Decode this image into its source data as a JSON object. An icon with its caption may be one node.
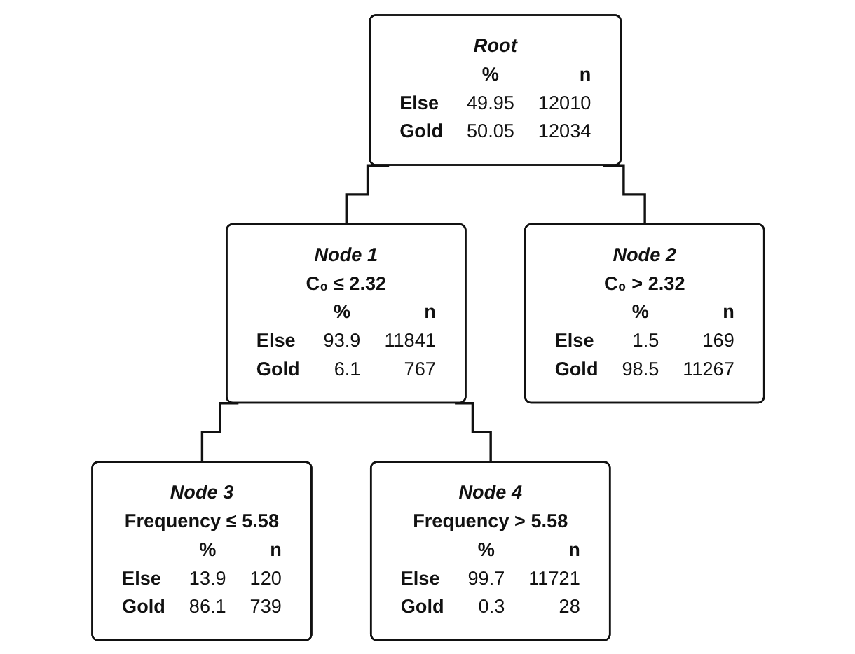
{
  "diagram": {
    "nodes": [
      {
        "text": [
          "Root",
          "%",
          "n",
          "Else",
          "49.95",
          "12010",
          "Gold",
          "50.05",
          "12034"
        ]
      },
      {
        "text": [
          "Node 1",
          "C₀ ≤ 2.32",
          "%",
          "n",
          "Else",
          "93.9",
          "11841",
          "Gold",
          "6.1",
          "767"
        ]
      },
      {
        "text": [
          "Node 2",
          "C₀ > 2.32",
          "%",
          "n",
          "Else",
          "1.5",
          "169",
          "Gold",
          "98.5",
          "11267"
        ]
      },
      {
        "text": [
          "Node 3",
          "Frequency ≤ 5.58",
          "%",
          "n",
          "Else",
          "13.9",
          "120",
          "Gold",
          "86.1",
          "739"
        ]
      },
      {
        "text": [
          "Node 4",
          "Frequency > 5.58",
          "%",
          "n",
          "Else",
          "99.7",
          "11721",
          "Gold",
          "0.3",
          "28"
        ]
      }
    ],
    "edges": [
      {
        "from": 0,
        "to": 1,
        "arrow": "none"
      },
      {
        "from": 0,
        "to": 2,
        "arrow": "none"
      },
      {
        "from": 1,
        "to": 3,
        "arrow": "none"
      },
      {
        "from": 1,
        "to": 4,
        "arrow": "none"
      }
    ]
  }
}
